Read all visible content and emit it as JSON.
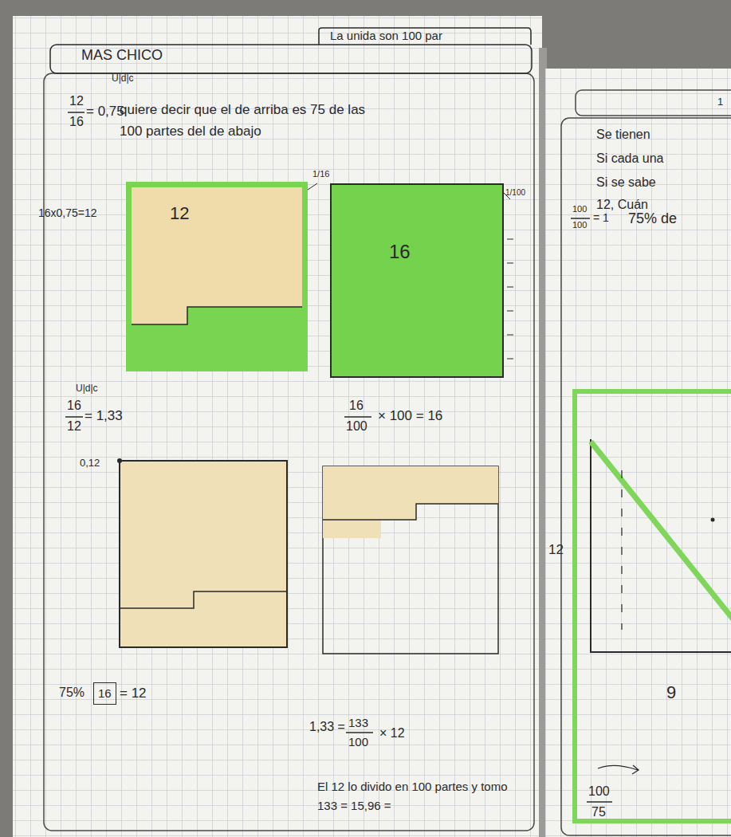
{
  "diagram": {
    "nodes": [
      {
        "text": [
          "MAS CHICO",
          "La unida son 100 par"
        ]
      },
      {
        "text": [
          "12"
        ]
      },
      {
        "text": [
          "16"
        ]
      },
      {
        "text": [
          "16"
        ]
      },
      {
        "text": [
          "9"
        ]
      }
    ],
    "labels": [
      "U|d|c",
      "12",
      "16",
      "= 0,75",
      "quiere decir que el de arriba es 75 de las 100 partes del de abajo",
      "16x0,75=12",
      "1/16",
      "1/100",
      "U|d|c",
      "16",
      "12",
      "= 1,33",
      "16",
      "100",
      "× 100 = 16",
      "0,12",
      "75%",
      "= 12",
      "1,33 =",
      "133",
      "100",
      "× 12",
      "El 12 lo divido en 100 partes y tomo 133 = 15,96 =",
      "1",
      "Se tienen",
      "Si cada una",
      "Si se sabe",
      "12, Cuán",
      "100",
      "100",
      "= 1",
      "75% de",
      "12",
      "100",
      "75"
    ]
  }
}
